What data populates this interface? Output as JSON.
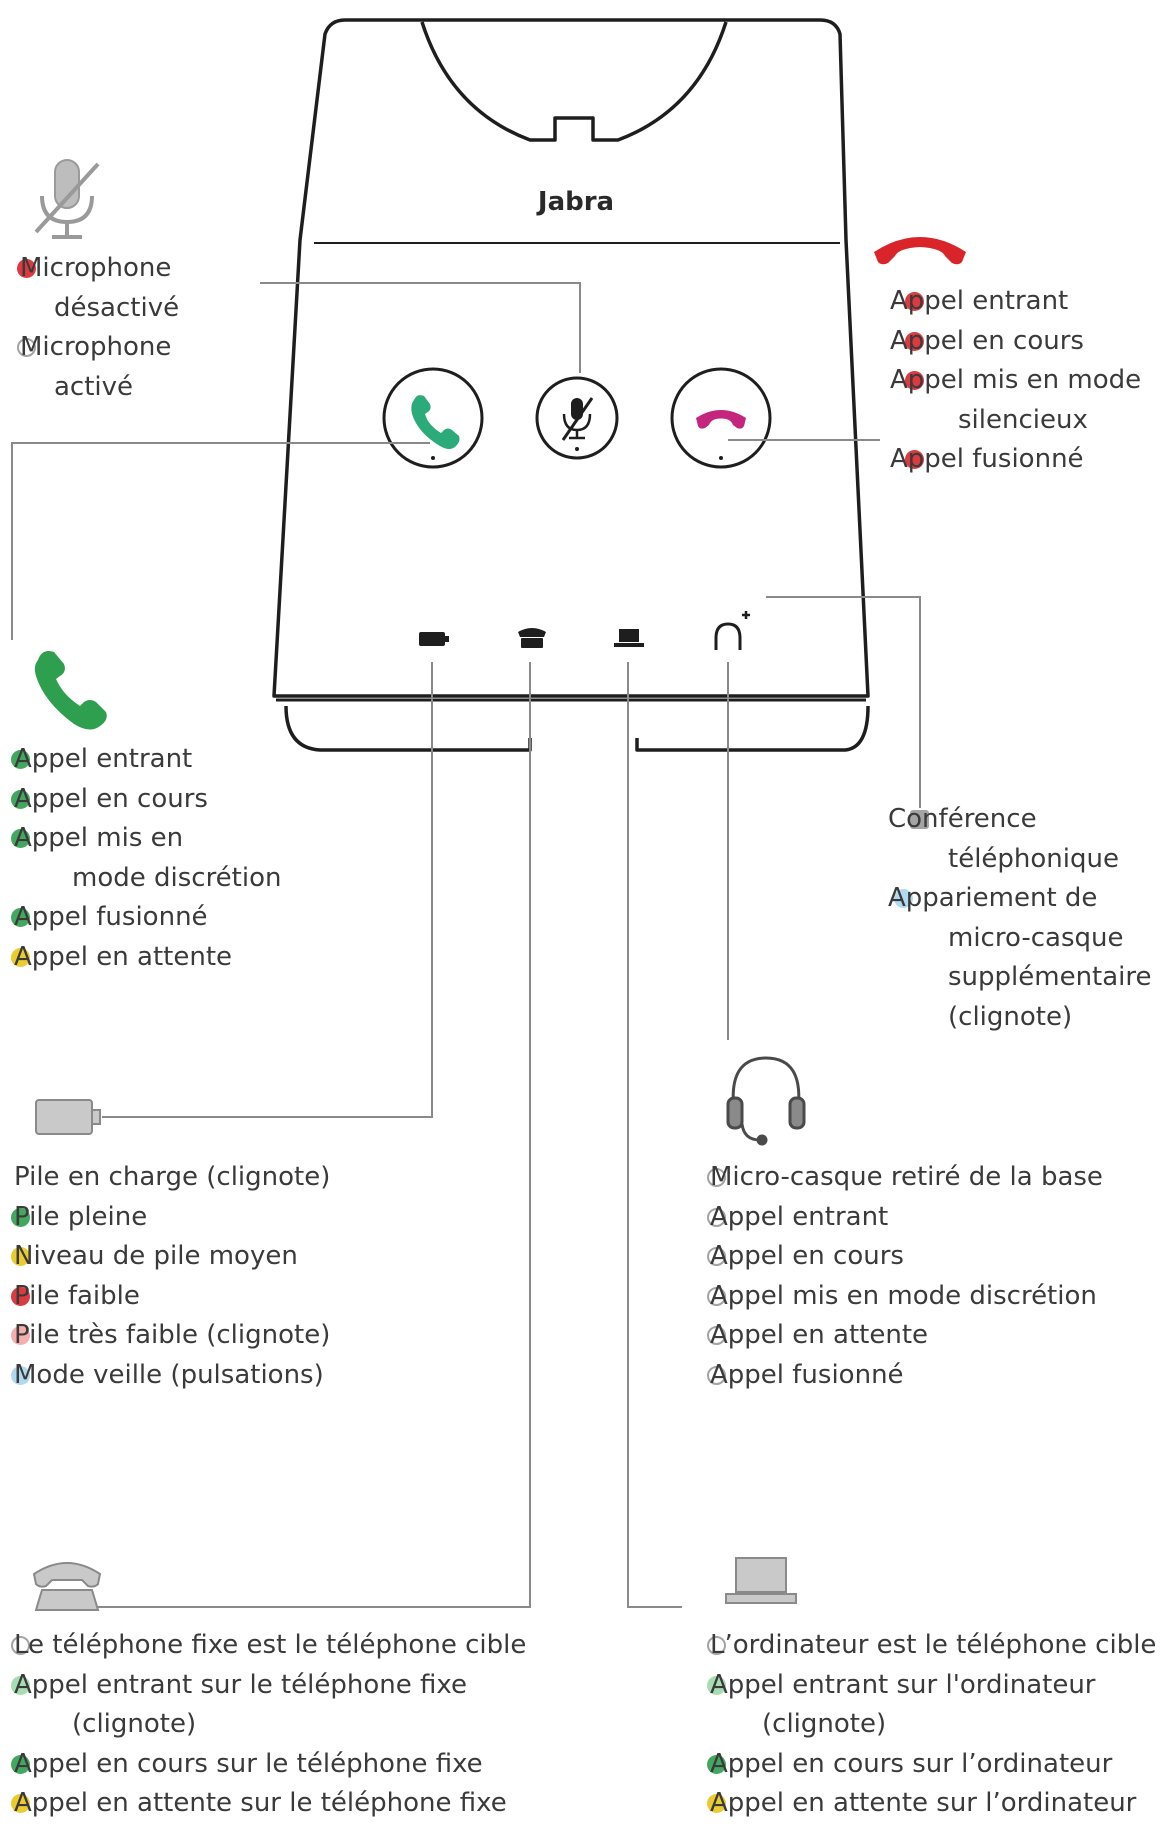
{
  "base": {
    "brand": "Jabra"
  },
  "colors": {
    "green": "#2e9e4f",
    "red": "#d9252a",
    "magenta": "#c4267e",
    "yellow": "#e8c61a",
    "ltgreen": "#9ed9a8",
    "ltred": "#f3a5a5",
    "ltblue": "#a9d6ee",
    "gray": "#9a9a9a",
    "outline": "#1e1e1e",
    "teal": "#2bab7a"
  },
  "legends": {
    "mic": {
      "icon": "muted-microphone-icon",
      "items": [
        {
          "text": "Microphone",
          "cont": "désactivé",
          "led": "red"
        },
        {
          "text": "Microphone",
          "cont": "activé",
          "led": "none-outline"
        }
      ]
    },
    "end_call": {
      "icon": "red-end-call-icon",
      "items": [
        {
          "text": "Appel entrant",
          "cont": "",
          "led": "red"
        },
        {
          "text": "Appel en cours",
          "cont": "",
          "led": "red"
        },
        {
          "text": "Appel mis en mode",
          "cont": "silencieux",
          "led": "red"
        },
        {
          "text": "Appel fusionné",
          "cont": "",
          "led": "red"
        }
      ]
    },
    "answer_call": {
      "icon": "green-handset-icon",
      "items": [
        {
          "text": "Appel entrant",
          "cont": "",
          "led": "green"
        },
        {
          "text": "Appel en cours",
          "cont": "",
          "led": "green"
        },
        {
          "text": "Appel mis en",
          "cont": "mode discrétion",
          "led": "green"
        },
        {
          "text": "Appel fusionné",
          "cont": "",
          "led": "green"
        },
        {
          "text": "Appel en attente",
          "cont": "",
          "led": "yellow"
        }
      ]
    },
    "conference": {
      "icon": "headset-add-icon",
      "items": [
        {
          "text": "Conférence",
          "cont": "téléphonique",
          "led": "gray"
        },
        {
          "text": "Appariement de",
          "cont": "micro-casque supplémentaire (clignote)",
          "led": "ltblue"
        }
      ]
    },
    "battery": {
      "icon": "battery-icon",
      "items": [
        {
          "text": "Pile en charge (clignote)",
          "cont": "",
          "led": "none"
        },
        {
          "text": "Pile pleine",
          "cont": "",
          "led": "green"
        },
        {
          "text": "Niveau de pile moyen",
          "cont": "",
          "led": "yellow"
        },
        {
          "text": "Pile faible",
          "cont": "",
          "led": "red"
        },
        {
          "text": "Pile très faible (clignote)",
          "cont": "",
          "led": "ltred"
        },
        {
          "text": "Mode veille (pulsations)",
          "cont": "",
          "led": "ltblue"
        }
      ]
    },
    "headset": {
      "icon": "headset-icon",
      "items": [
        {
          "text": "Micro-casque retiré de la base",
          "cont": "",
          "led": "none-outline"
        },
        {
          "text": "Appel entrant",
          "cont": "",
          "led": "none-outline"
        },
        {
          "text": "Appel en cours",
          "cont": "",
          "led": "none-outline"
        },
        {
          "text": "Appel mis en mode discrétion",
          "cont": "",
          "led": "none-outline"
        },
        {
          "text": "Appel en attente",
          "cont": "",
          "led": "none-outline"
        },
        {
          "text": "Appel fusionné",
          "cont": "",
          "led": "none-outline"
        }
      ]
    },
    "deskphone": {
      "icon": "desk-phone-icon",
      "items": [
        {
          "text": "Le téléphone fixe est le téléphone cible",
          "cont": "",
          "led": "none-outline"
        },
        {
          "text": "Appel entrant sur le téléphone fixe",
          "cont": "(clignote)",
          "led": "ltgreen"
        },
        {
          "text": "Appel en cours sur le téléphone fixe",
          "cont": "",
          "led": "green"
        },
        {
          "text": "Appel en attente sur le téléphone fixe",
          "cont": "",
          "led": "yellow"
        }
      ]
    },
    "computer": {
      "icon": "laptop-icon",
      "items": [
        {
          "text": "L’ordinateur est le téléphone cible",
          "cont": "",
          "led": "none-outline"
        },
        {
          "text": "Appel entrant sur l'ordinateur",
          "cont": "(clignote)",
          "led": "ltgreen"
        },
        {
          "text": "Appel en cours sur l’ordinateur",
          "cont": "",
          "led": "green"
        },
        {
          "text": "Appel en attente sur l’ordinateur",
          "cont": "",
          "led": "yellow"
        }
      ]
    }
  }
}
